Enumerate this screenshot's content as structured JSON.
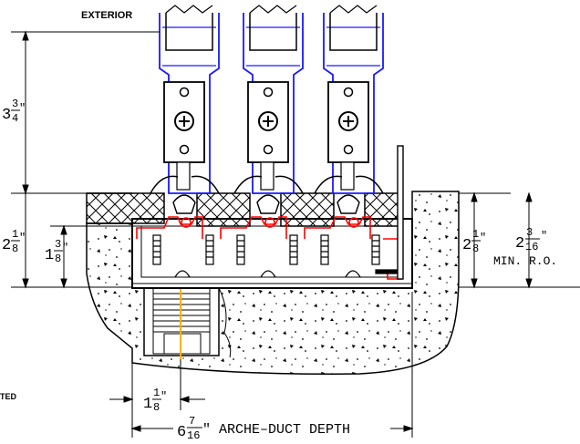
{
  "labels": {
    "exterior": "EXTERIOR",
    "fragment_left": "TED",
    "min_ro": "MIN. R.O.",
    "arche_duct": "\" ARCHE–DUCT DEPTH"
  },
  "dimensions": {
    "overall_height": {
      "whole": "3",
      "num": "3",
      "den": "4",
      "unit": "\""
    },
    "left_outer": {
      "whole": "2",
      "num": "1",
      "den": "8",
      "unit": "\""
    },
    "left_inner": {
      "whole": "1",
      "num": "3",
      "den": "8",
      "unit": "\""
    },
    "right_inner": {
      "whole": "2",
      "num": "1",
      "den": "8",
      "unit": "\""
    },
    "right_outer": {
      "whole": "2",
      "num": "3",
      "den": "16",
      "unit": "\""
    },
    "bottom_small": {
      "whole": "1",
      "num": "1",
      "den": "8",
      "unit": "\""
    },
    "bottom_depth": {
      "whole": "6",
      "num": "7",
      "den": "16"
    }
  },
  "colors": {
    "frame_blue": "#1a1aff",
    "seal_red": "#ff0000",
    "concrete_fill": "#ffffff",
    "anchor_orange": "#ffb000",
    "line": "#000000"
  },
  "icons": {
    "screw": "cross-head-screw-icon",
    "anchor": "threaded-anchor-icon"
  }
}
